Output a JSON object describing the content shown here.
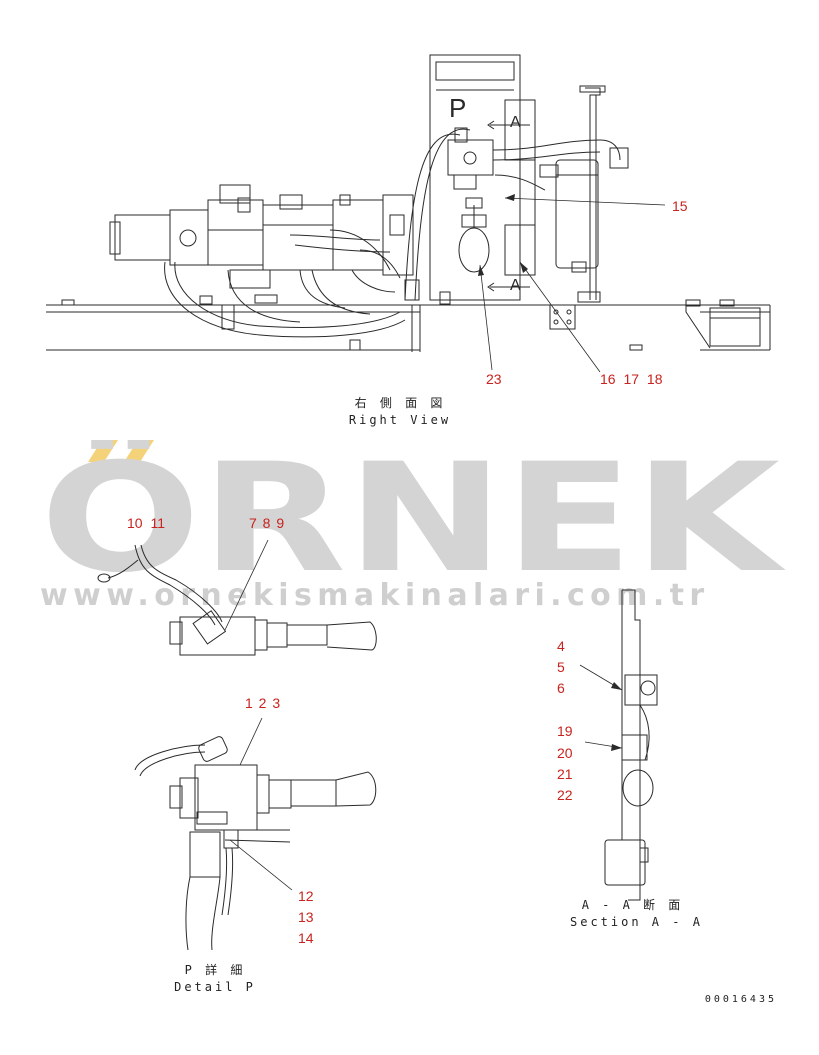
{
  "views": {
    "right_view": {
      "title_jp": "右 側 面 図",
      "title_en": "Right View"
    },
    "detail_p": {
      "title_jp": "P 詳 細",
      "title_en": "Detail P"
    },
    "section_aa": {
      "title_jp": "A - A 断 面",
      "title_en": "Section A - A"
    }
  },
  "view_marks": {
    "p": "P",
    "a_top": "A",
    "a_bottom": "A"
  },
  "callouts": {
    "c15": "15",
    "c23": "23",
    "c16_18": "16  17  18",
    "c10_11": "10  11",
    "c7_9": "7  8  9",
    "c1_3": "1  2  3",
    "c12": "12",
    "c13": "13",
    "c14": "14",
    "c4": "4",
    "c5": "5",
    "c6": "6",
    "c19": "19",
    "c20": "20",
    "c21": "21",
    "c22": "22"
  },
  "watermark": {
    "brand": "ÖRNEK",
    "url": "www.ornekismakinalari.com.tr"
  },
  "drawing_number": "00016435",
  "colors": {
    "line": "#2a2a2a",
    "callout": "#c8231e",
    "watermark": "#cfcfcf",
    "accent": "#f3d27a"
  }
}
